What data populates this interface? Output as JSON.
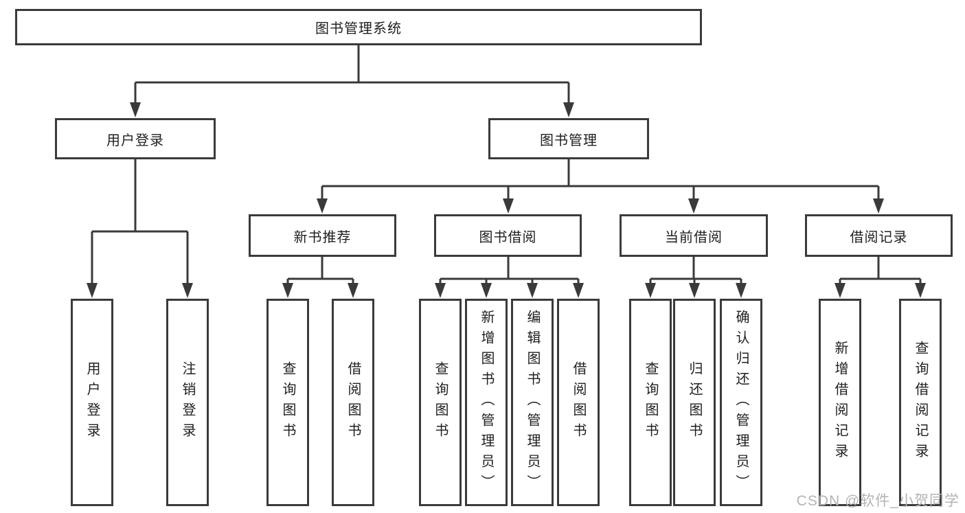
{
  "theme": {
    "line_color": "#3a3a3a",
    "text_color": "#1f1f1f",
    "background": "#ffffff",
    "watermark_color": "#b3b3b3"
  },
  "diagram": {
    "root": {
      "label": "图书管理系统"
    },
    "login": {
      "label": "用户登录",
      "children": [
        {
          "label": "用户登录"
        },
        {
          "label": "注销登录"
        }
      ]
    },
    "management": {
      "label": "图书管理",
      "groups": [
        {
          "label": "新书推荐",
          "children": [
            {
              "label": "查询图书"
            },
            {
              "label": "借阅图书"
            }
          ]
        },
        {
          "label": "图书借阅",
          "children": [
            {
              "label": "查询图书"
            },
            {
              "label": "新增图书（管理员）"
            },
            {
              "label": "编辑图书（管理员）"
            },
            {
              "label": "借阅图书"
            }
          ]
        },
        {
          "label": "当前借阅",
          "children": [
            {
              "label": "查询图书"
            },
            {
              "label": "归还图书"
            },
            {
              "label": "确认归还（管理员）"
            }
          ]
        },
        {
          "label": "借阅记录",
          "children": [
            {
              "label": "新增借阅记录"
            },
            {
              "label": "查询借阅记录"
            }
          ]
        }
      ]
    }
  },
  "watermark": {
    "text": "CSDN @软件_小贺同学"
  }
}
